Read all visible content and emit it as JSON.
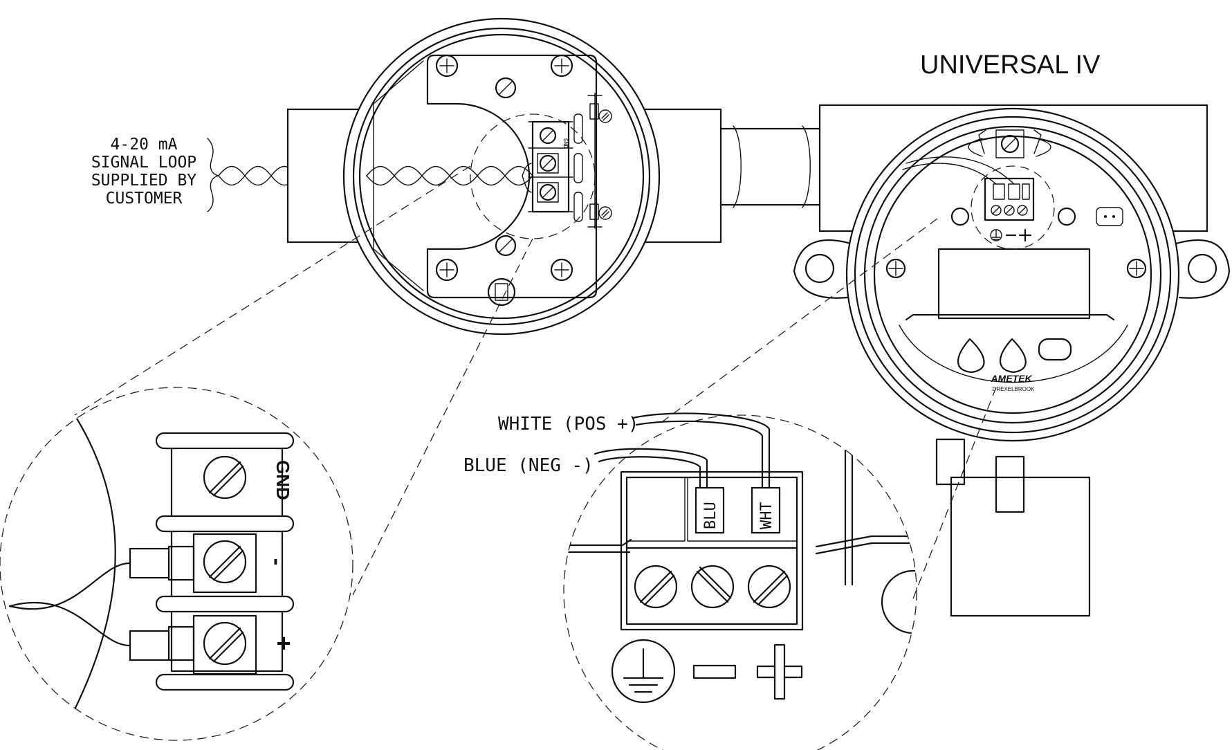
{
  "title": "UNIVERSAL IV",
  "signal_label": [
    "4-20 mA",
    "SIGNAL LOOP",
    "SUPPLIED BY",
    "CUSTOMER"
  ],
  "junction_box": {
    "terminal_labels": [
      "GND",
      "-",
      "+"
    ],
    "small_label": "GND"
  },
  "transmitter": {
    "wire_labels": {
      "white": "WHITE (POS +)",
      "blue": "BLUE (NEG -)"
    },
    "tube_labels": [
      "BLU",
      "WHT"
    ],
    "terminal_symbols": [
      "ground",
      "-",
      "+"
    ],
    "brand": "AMETEK",
    "sub_brand": "DREXELBROOK"
  },
  "icons": [
    "screw-icon",
    "ground-symbol-icon",
    "minus-symbol-icon",
    "plus-symbol-icon"
  ]
}
